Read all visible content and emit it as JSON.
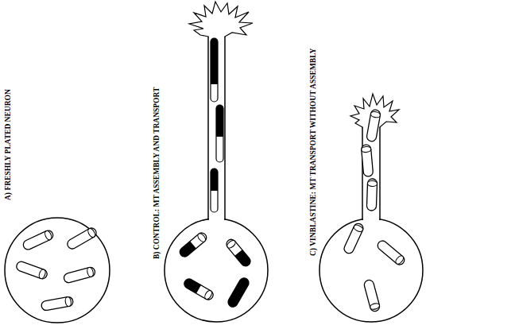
{
  "diagram": {
    "labels": [
      "A) FRESHLY PLATED NEURON",
      "B) CONTROL: MT ASSEMBLY AND TRANSPORT",
      "C) VINBLASTINE: MT TRANSPORT WITHOUT ASSEMBLY"
    ]
  }
}
